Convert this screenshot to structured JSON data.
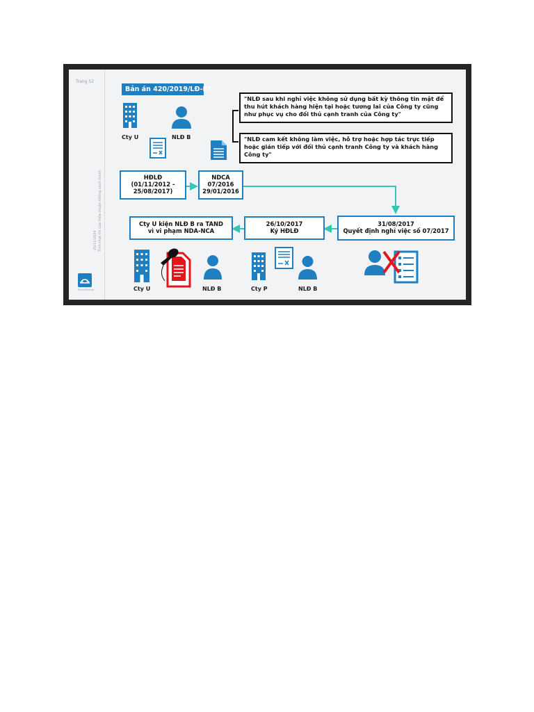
{
  "sidebar": {
    "page_label": "Trang 52",
    "date": "25/11/2024",
    "topic": "Tính thực thi của thỏa thuận không cạnh tranh",
    "brand": "PhuocPartner"
  },
  "case_title": "Bản án 420/2019/LĐ-PT",
  "parties": {
    "company_u": "Cty U",
    "employee_b": "NLĐ B",
    "company_p": "Cty P"
  },
  "quotes": {
    "q1": "\"NLĐ sau khi nghỉ việc không sử dụng bất kỳ thông tin mật để thu hút khách hàng hiện tại hoặc tương lai của Công ty cũng như phục vụ cho đối thủ cạnh tranh của Công ty\"",
    "q2": "\"NLĐ cam kết không làm việc, hỗ trợ hoặc hợp tác trực tiếp hoặc gián tiếp với đối thủ cạnh tranh Công ty và khách hàng Công ty\""
  },
  "timeline": {
    "hdld": {
      "line1": "HĐLĐ",
      "line2": "(01/11/2012 -",
      "line3": "25/08/2017)"
    },
    "ndca": {
      "line1": "NDCA",
      "line2": "07/2016",
      "line3": "29/01/2016"
    },
    "termination": {
      "line1": "31/08/2017",
      "line2": "Quyết định nghỉ việc số 07/2017"
    },
    "new_contract": {
      "line1": "26/10/2017",
      "line2": "Ký HĐLĐ"
    },
    "lawsuit": {
      "line1": "Cty U kiện NLĐ B ra TAND",
      "line2": "vì vi phạm NDA-NCA"
    }
  },
  "icons": {
    "company_top": "building-icon",
    "employee_top": "person-icon",
    "contract_signed": "signed-document-icon",
    "document": "document-icon",
    "company_bottom": "building-icon",
    "lawsuit_doc": "red-lawsuit-document-icon",
    "employee_bottom_1": "person-icon",
    "company_p": "building-icon",
    "contract_p": "signed-document-icon",
    "employee_bottom_2": "person-icon",
    "fired": "person-crossed-list-icon"
  },
  "colors": {
    "blue": "#1f7fc1",
    "teal_arrow": "#35c6b3",
    "red": "#e3161c",
    "frame": "#252525"
  }
}
